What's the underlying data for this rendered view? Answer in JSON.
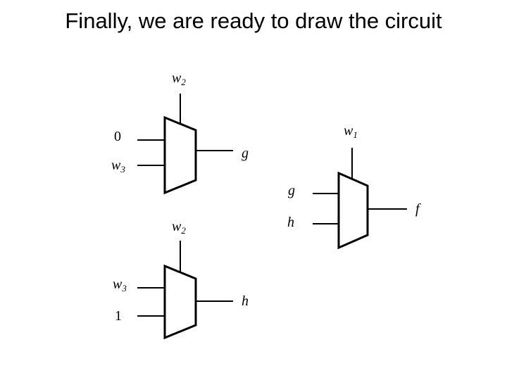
{
  "slide": {
    "title": "Finally, we are ready to draw the circuit"
  },
  "colors": {
    "background": "#ffffff",
    "ink": "#000000"
  },
  "mux_top": {
    "select_var": "w",
    "select_sub": "2",
    "input_0": "0",
    "input_1_var": "w",
    "input_1_sub": "3",
    "output": "g"
  },
  "mux_bottom": {
    "select_var": "w",
    "select_sub": "2",
    "input_0_var": "w",
    "input_0_sub": "3",
    "input_1": "1",
    "output": "h"
  },
  "mux_right": {
    "select_var": "w",
    "select_sub": "1",
    "input_0": "g",
    "input_1": "h",
    "output": "f"
  }
}
